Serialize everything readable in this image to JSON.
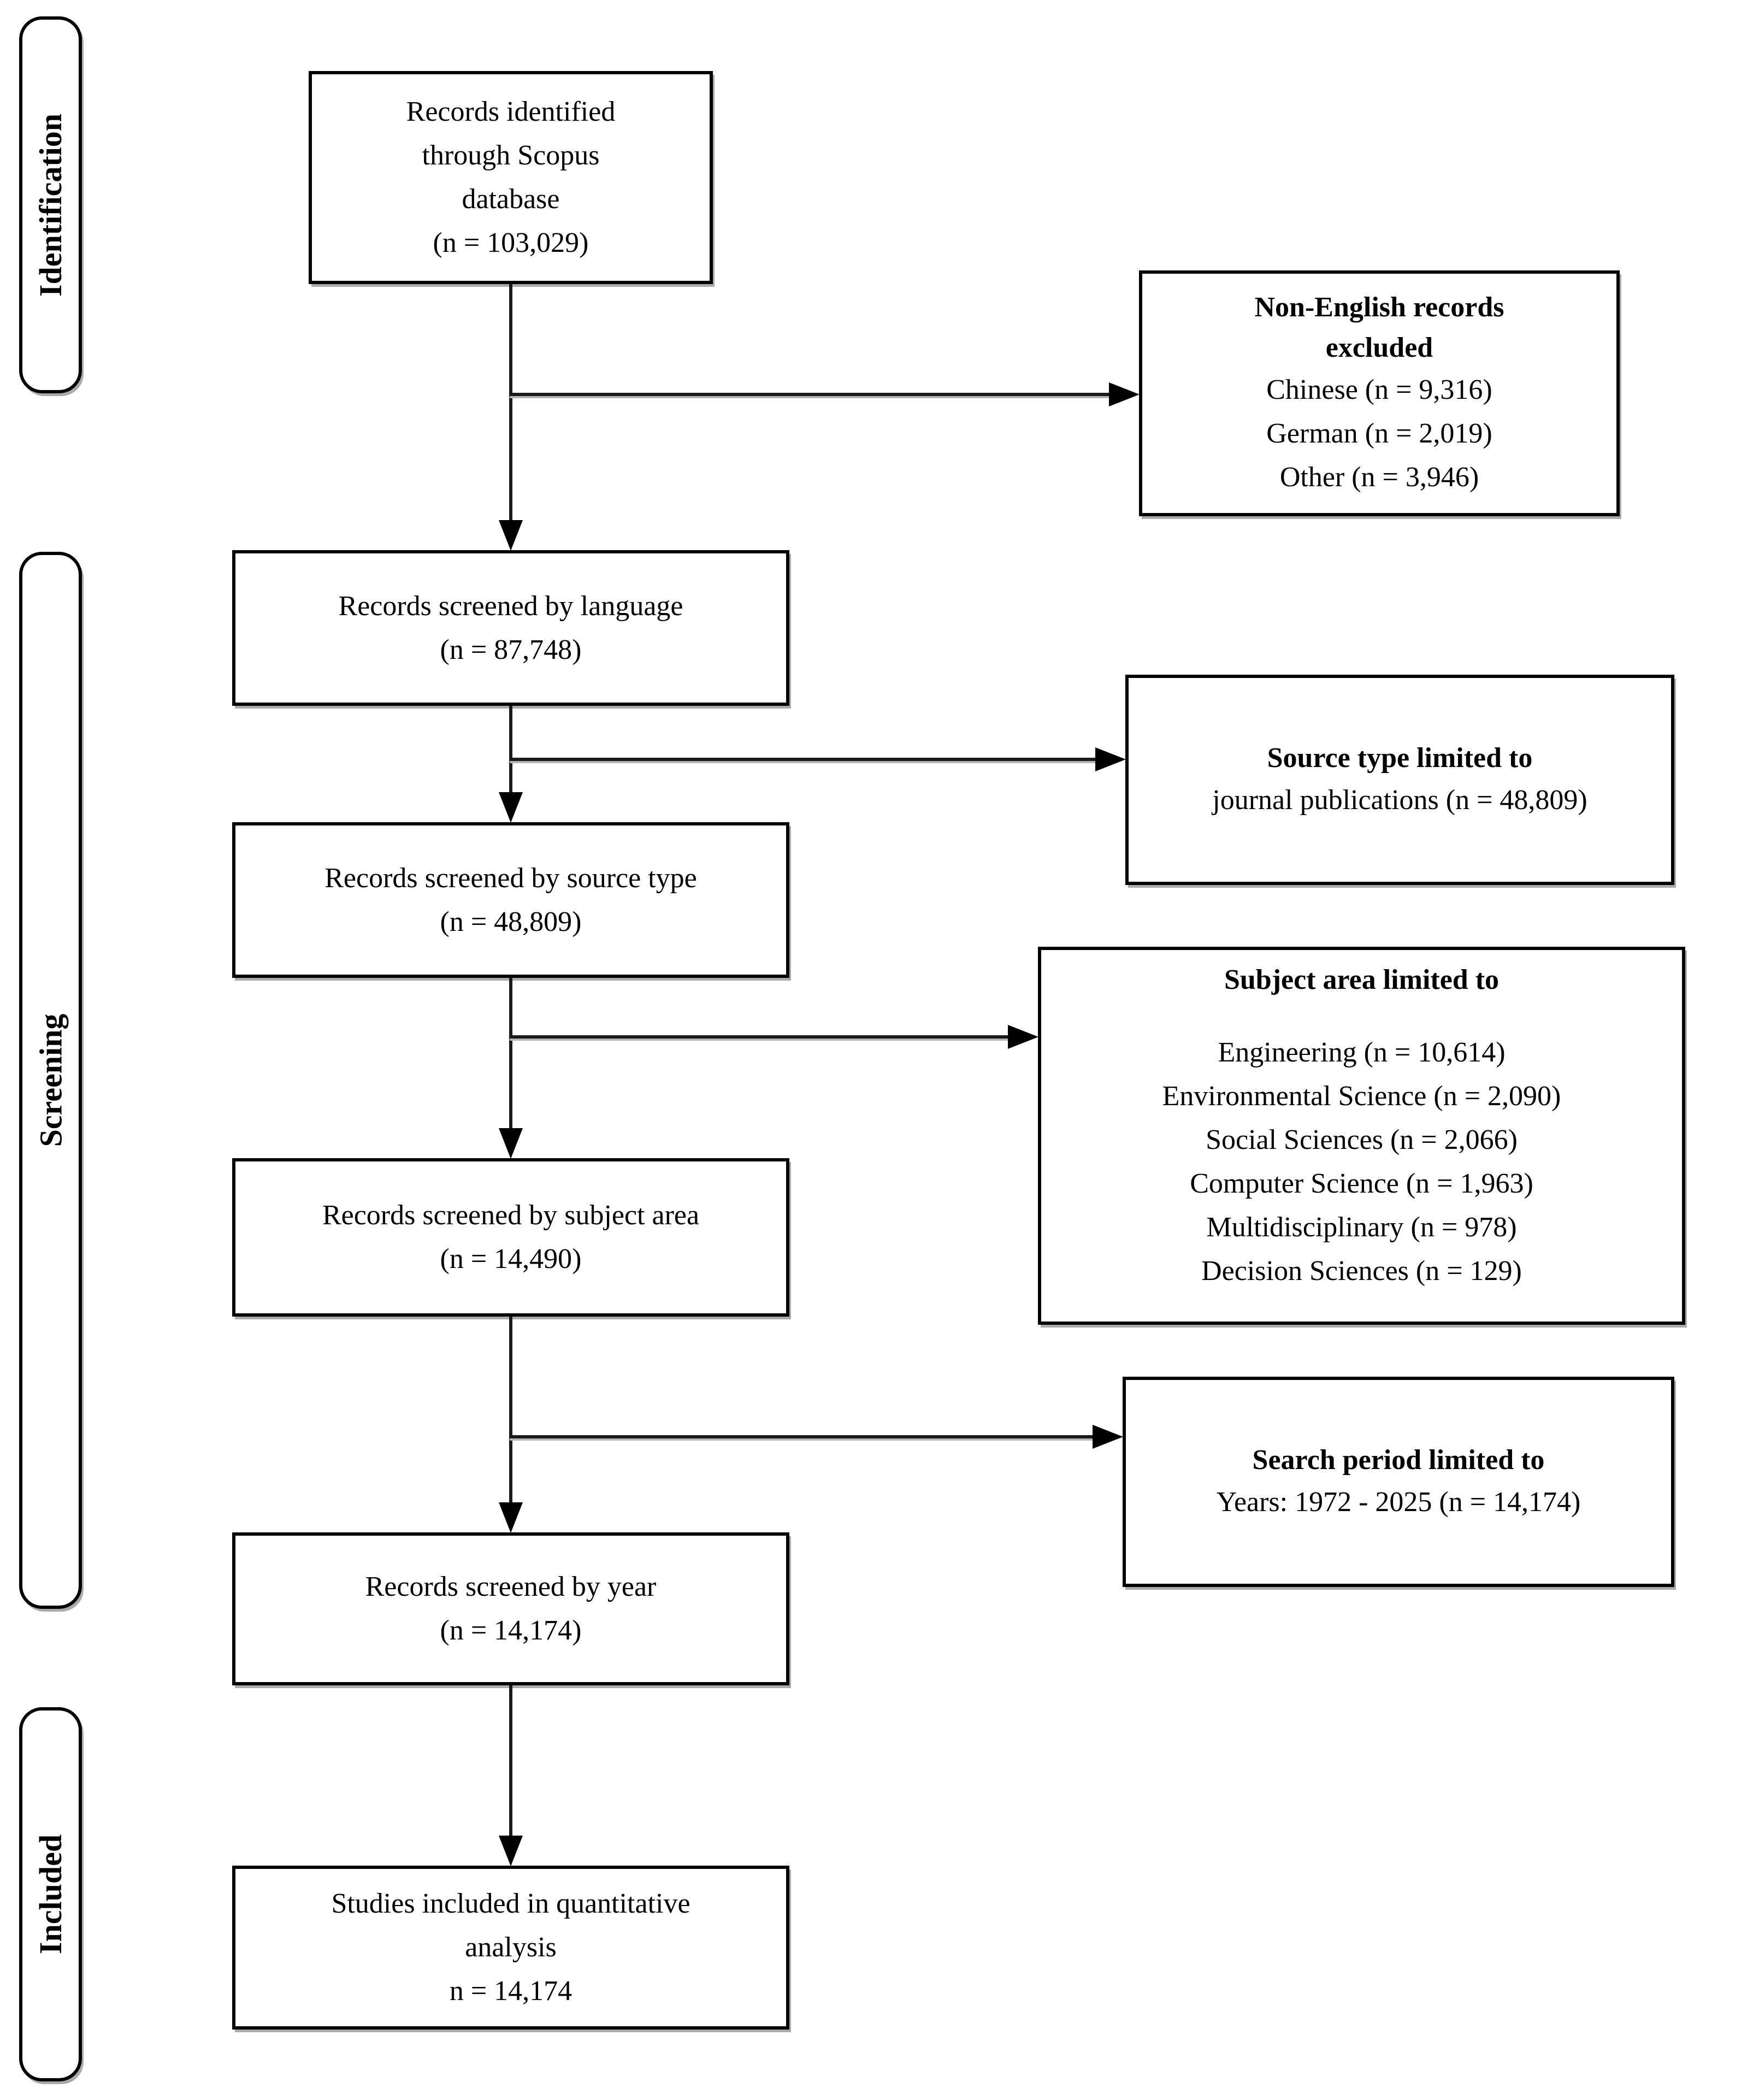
{
  "colors": {
    "line": "#000000",
    "background": "#ffffff",
    "shadow": "#aaaaaa"
  },
  "stage_labels": [
    {
      "id": "identification",
      "label": "Identification"
    },
    {
      "id": "screening",
      "label": "Screening"
    },
    {
      "id": "included",
      "label": "Included"
    }
  ],
  "flow_boxes": [
    {
      "id": "identified",
      "lines": [
        "Records identified",
        "through Scopus",
        "database",
        "(n = 103,029)"
      ]
    },
    {
      "id": "screened-language",
      "lines": [
        "Records screened by language",
        "(n = 87,748)"
      ]
    },
    {
      "id": "screened-source-type",
      "lines": [
        "Records screened by source type",
        "(n = 48,809)"
      ]
    },
    {
      "id": "screened-subject-area",
      "lines": [
        "Records screened by subject area",
        "(n = 14,490)"
      ]
    },
    {
      "id": "screened-year",
      "lines": [
        "Records screened by year",
        "(n = 14,174)"
      ]
    },
    {
      "id": "included-quantitative",
      "lines": [
        "Studies included in quantitative",
        "analysis",
        "n = 14,174"
      ]
    }
  ],
  "side_boxes": [
    {
      "id": "non-english-excluded",
      "title": "Non-English records excluded",
      "lines": [
        "Chinese (n = 9,316)",
        "German (n = 2,019)",
        "Other (n = 3,946)"
      ]
    },
    {
      "id": "source-type-limited",
      "title": "Source type limited to",
      "lines": [
        "journal publications (n = 48,809)"
      ]
    },
    {
      "id": "subject-area-limited",
      "title": "Subject area limited to",
      "lines": [
        "Engineering (n = 10,614)",
        "Environmental Science (n = 2,090)",
        "Social Sciences (n = 2,066)",
        "Computer Science (n = 1,963)",
        "Multidisciplinary (n = 978)",
        "Decision Sciences (n = 129)"
      ]
    },
    {
      "id": "search-period-limited",
      "title": "Search period limited to",
      "lines": [
        "Years: 1972 - 2025 (n = 14,174)"
      ]
    }
  ]
}
